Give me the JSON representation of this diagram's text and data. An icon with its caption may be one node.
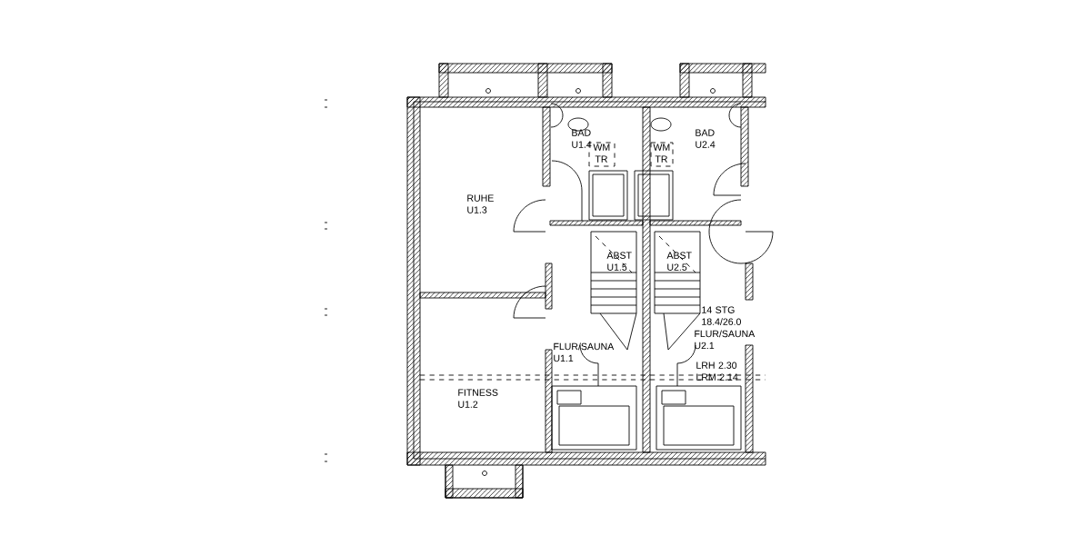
{
  "diagram": {
    "labels": [
      "BAD U1.4",
      "WM TR",
      "WM TR",
      "BAD U2.4",
      "RUHE U1.3",
      "ABST U1.5",
      "ABST U2.5",
      "14 STG 18.4/26.0",
      "FLUR/SAUNA U1.1",
      "FLUR/SAUNA U2.1",
      "LRH 2.30 LRM 2.14",
      "FITNESS U1.2"
    ]
  }
}
